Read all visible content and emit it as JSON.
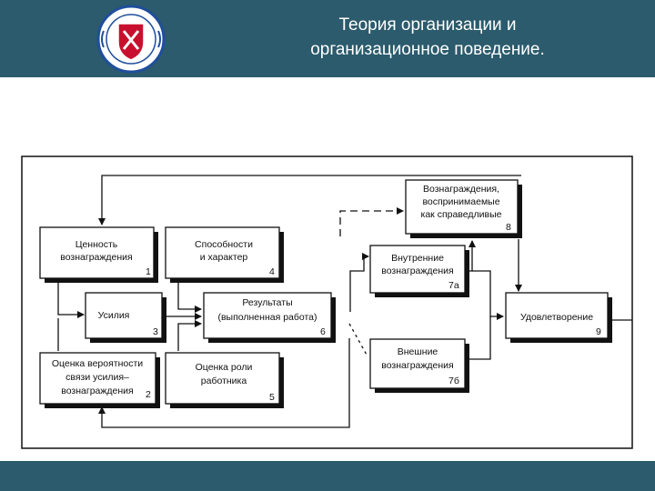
{
  "header": {
    "title_line1": "Теория организации и",
    "title_line2": "организационное поведение."
  },
  "logo": {
    "icon": "university-seal-icon",
    "accent": "#c8102e",
    "ring": "#1f4e9c"
  },
  "colors": {
    "header_bg": "#2b5b6c",
    "footer_bg": "#2b5b6c"
  },
  "diagram": {
    "boxes": [
      {
        "id": "b1",
        "lines": [
          "Ценность",
          "вознаграждения"
        ],
        "number": "1"
      },
      {
        "id": "b2",
        "lines": [
          "Оценка вероятности",
          "связи усилия–",
          "вознаграждения"
        ],
        "number": "2"
      },
      {
        "id": "b3",
        "lines": [
          "Усилия"
        ],
        "number": "3"
      },
      {
        "id": "b4",
        "lines": [
          "Способности",
          "и характер"
        ],
        "number": "4"
      },
      {
        "id": "b5",
        "lines": [
          "Оценка роли",
          "работника"
        ],
        "number": "5"
      },
      {
        "id": "b6",
        "lines": [
          "Результаты",
          "(выполненная работа)"
        ],
        "number": "6"
      },
      {
        "id": "b7a",
        "lines": [
          "Внутренние",
          "вознаграждения"
        ],
        "number": "7а"
      },
      {
        "id": "b7b",
        "lines": [
          "Внешние",
          "вознаграждения"
        ],
        "number": "7б"
      },
      {
        "id": "b8",
        "lines": [
          "Вознаграждения,",
          "воспринимаемые",
          "как справедливые"
        ],
        "number": "8"
      },
      {
        "id": "b9",
        "lines": [
          "Удовлетворение"
        ],
        "number": "9"
      }
    ]
  }
}
